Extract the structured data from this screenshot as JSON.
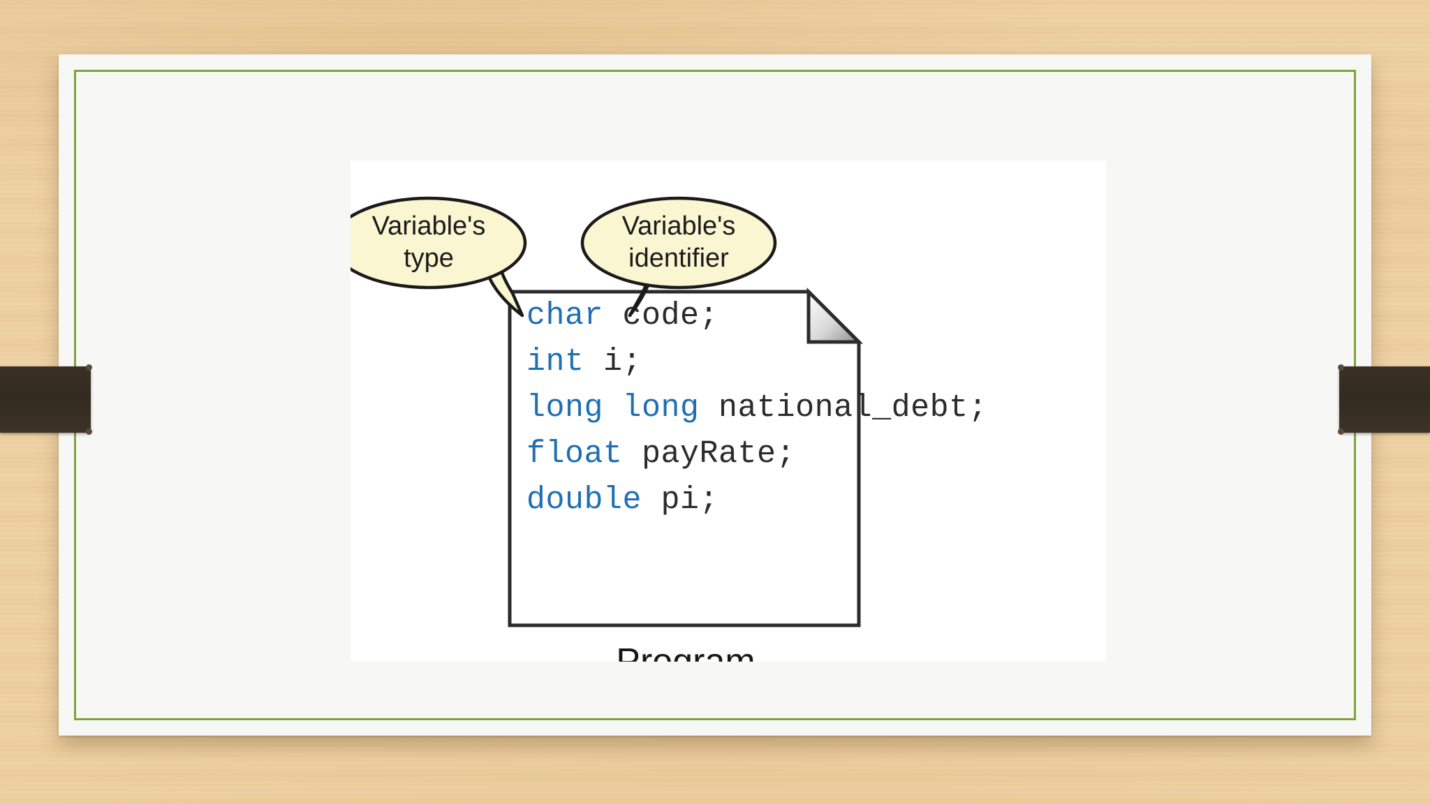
{
  "slide": {
    "background_color": "#eed1a2",
    "slide_fill": "#f7f7f5",
    "border_color": "#7fa33c",
    "tab_color": "#332a20"
  },
  "figure": {
    "panel_background": "#ffffff",
    "callouts": [
      {
        "name": "variable-type-callout",
        "line1": "Variable's",
        "line2": "type",
        "fill": "#faf6d2",
        "stroke": "#1a1a1a"
      },
      {
        "name": "variable-identifier-callout",
        "line1": "Variable's",
        "line2": "identifier",
        "fill": "#faf6d2",
        "stroke": "#1a1a1a"
      }
    ],
    "code_document": {
      "name": "program-document",
      "keyword_color": "#1f6fb5",
      "identifier_color": "#2b2b2b",
      "border_color": "#2b2b2b",
      "lines": [
        {
          "keyword": "char",
          "rest": " code;"
        },
        {
          "keyword": "int",
          "rest": " i;"
        },
        {
          "keyword": "long long",
          "rest": " national_debt;"
        },
        {
          "keyword": "float",
          "rest": " payRate;"
        },
        {
          "keyword": "double",
          "rest": " pi;"
        }
      ]
    },
    "caption": "Program"
  }
}
